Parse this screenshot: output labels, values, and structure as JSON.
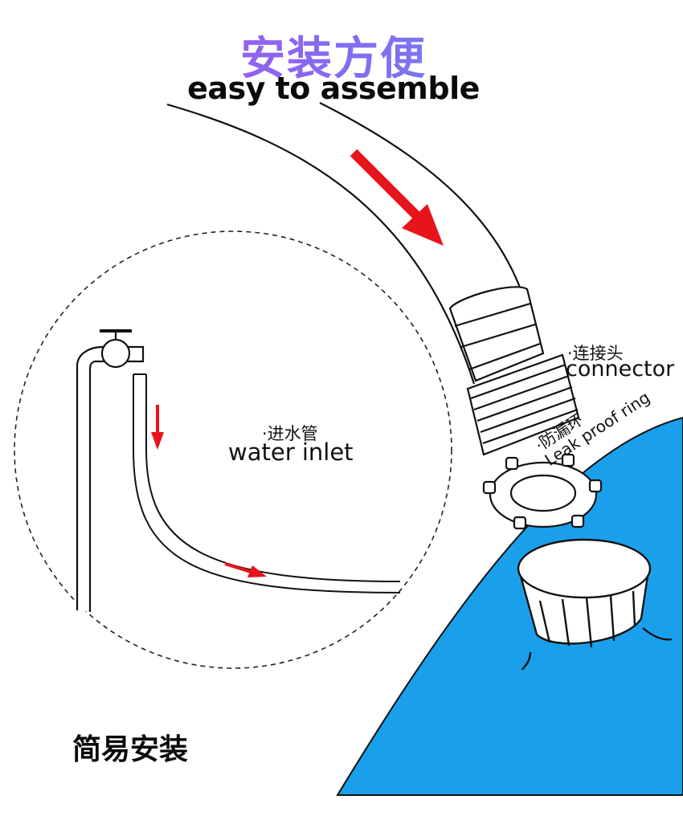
{
  "title": {
    "cn": "安装方便",
    "en": "easy to assemble"
  },
  "labels": {
    "connector_cn": "·连接头",
    "connector_en": "connector",
    "leak_cn": "·防漏环",
    "leak_en": "Leak proof ring",
    "inlet_cn": "·进水管",
    "inlet_en": "water inlet"
  },
  "footer": "简易安装",
  "colors": {
    "tank_blue": "#1aa0ea",
    "arrow_red": "#e8141b",
    "line": "#111111",
    "title_gradient_start": "#b04ee8",
    "title_gradient_end": "#5d8ef5"
  }
}
